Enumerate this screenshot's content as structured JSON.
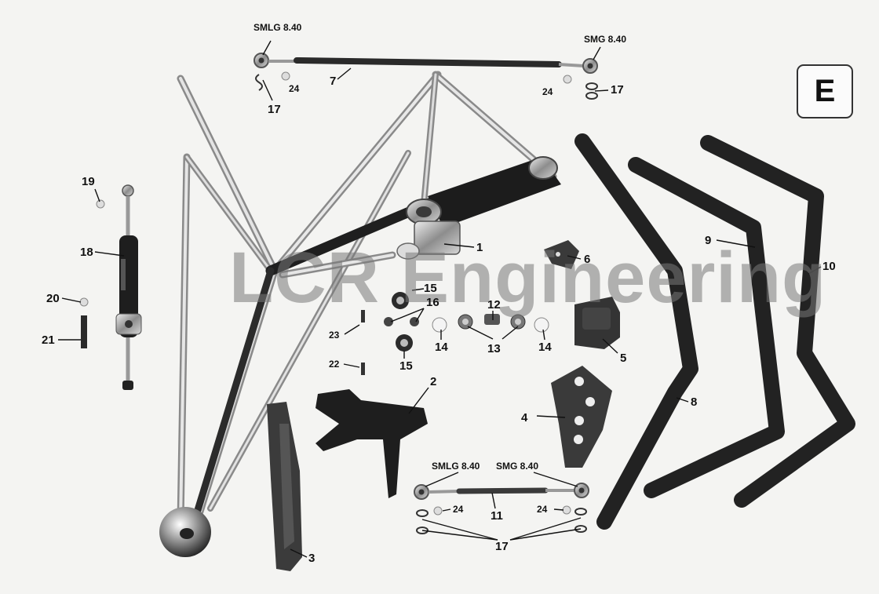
{
  "section": {
    "letter": "E"
  },
  "watermark": "LCR Engineering",
  "specs": {
    "top_left": "SMLG 8.40",
    "top_right": "SMG 8.40",
    "bottom_left": "SMLG 8.40",
    "bottom_right": "SMG 8.40"
  },
  "callouts": {
    "c1": "1",
    "c2": "2",
    "c3": "3",
    "c4": "4",
    "c5": "5",
    "c6": "6",
    "c7": "7",
    "c8": "8",
    "c9": "9",
    "c10": "10",
    "c11": "11",
    "c12": "12",
    "c13": "13",
    "c14a": "14",
    "c14b": "14",
    "c15a": "15",
    "c15b": "15",
    "c16": "16",
    "c17a": "17",
    "c17b": "17",
    "c17c": "17",
    "c18": "18",
    "c19": "19",
    "c20": "20",
    "c21": "21",
    "c22": "22",
    "c23": "23",
    "c24a": "24",
    "c24b": "24",
    "c24c": "24",
    "c24d": "24"
  },
  "colors": {
    "metal_dark": "#2a2a2a",
    "chrome": "#b9b9b9",
    "background": "#f4f4f2"
  }
}
